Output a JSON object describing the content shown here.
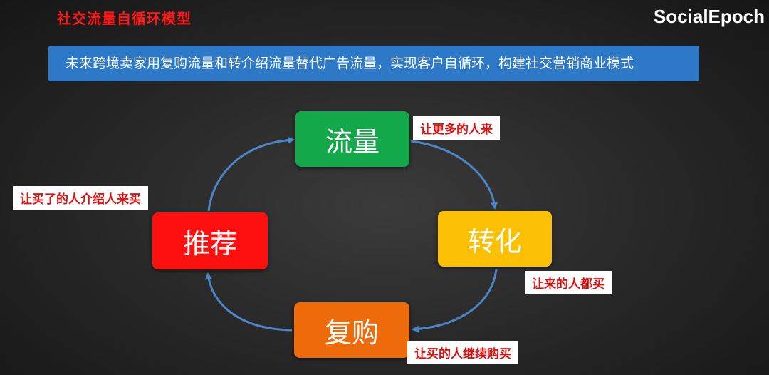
{
  "header": {
    "title": "社交流量自循环模型",
    "brand": "SocialEpoch"
  },
  "banner": {
    "text": "未来跨境卖家用复购流量和转介绍流量替代广告流量，实现客户自循环，构建社交营销商业模式"
  },
  "diagram": {
    "nodes": [
      {
        "label": "流量",
        "color": "#13a84a",
        "note": "让更多的人来"
      },
      {
        "label": "转化",
        "color": "#fbbf04",
        "note": "让来的人都买"
      },
      {
        "label": "复购",
        "color": "#ee6b0b",
        "note": "让买的人继续购买"
      },
      {
        "label": "推荐",
        "color": "#ff1010",
        "note": "让买了的人介绍人来买"
      }
    ],
    "arrow_color": "#4a86c8"
  }
}
